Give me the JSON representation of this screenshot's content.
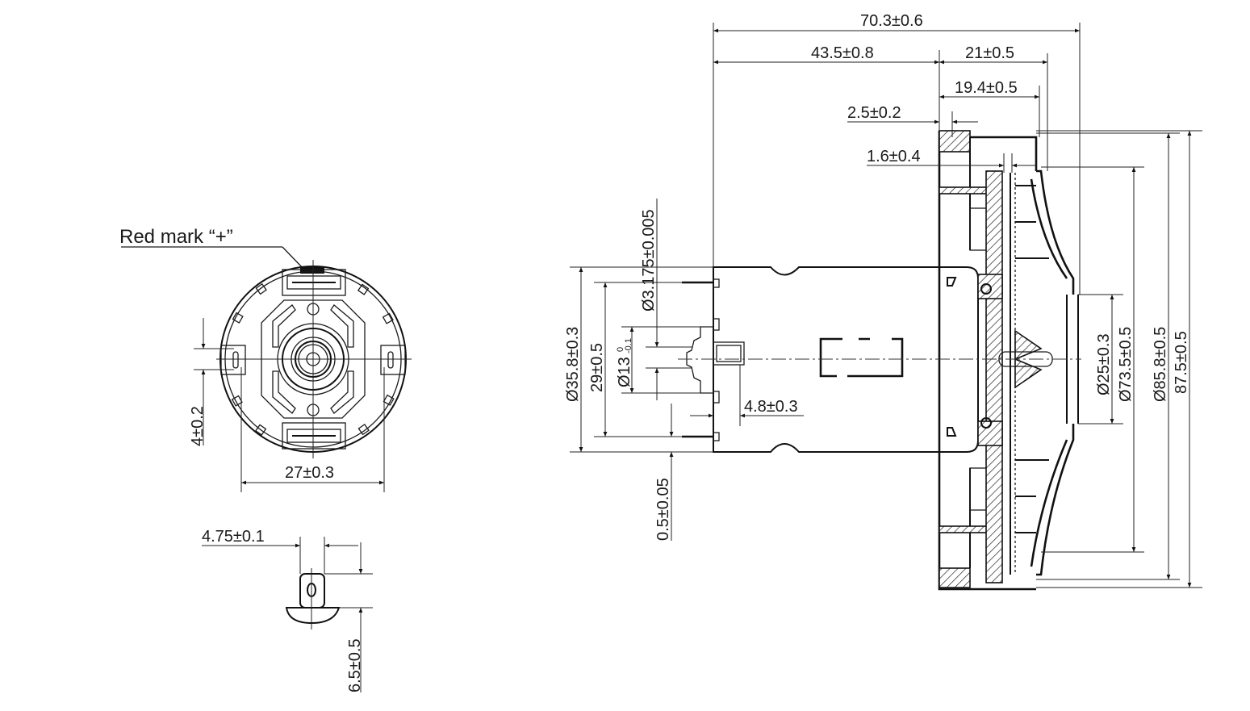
{
  "drawing": {
    "type": "mechanical dimension drawing",
    "subject": "DC motor with fan impeller",
    "units": "mm",
    "line_color": "#1a1a1a",
    "background_color": "#ffffff"
  },
  "front_view": {
    "annotation": "Red mark “+”",
    "dimensions": {
      "terminal_offset": "4±0.2",
      "terminal_span": "27±0.3"
    }
  },
  "terminal_detail": {
    "dimensions": {
      "terminal_width": "4.75±0.1",
      "terminal_height": "6.5±0.5"
    }
  },
  "side_view": {
    "dimensions": {
      "overall_length": "70.3±0.6",
      "motor_body_length": "43.5±0.8",
      "fan_housing_length": "21±0.5",
      "fan_depth": "19.4±0.5",
      "flange_thickness": "2.5±0.2",
      "plate_gap": "1.6±0.4",
      "shaft_diameter": "Ø3.175±0.005",
      "body_diameter": "Ø35.8±0.3",
      "mount_hole_spacing": "29±0.5",
      "boss_diameter_main": "Ø13",
      "boss_diameter_tol_upper": "0",
      "boss_diameter_tol_lower": "-0.1",
      "shaft_extension": "4.8±0.3",
      "terminal_thickness": "0.5±0.05",
      "fan_inlet_diameter": "Ø25±0.3",
      "fan_diameter": "Ø73.5±0.5",
      "housing_diameter": "Ø85.8±0.5",
      "overall_height": "87.5±0.5"
    }
  }
}
